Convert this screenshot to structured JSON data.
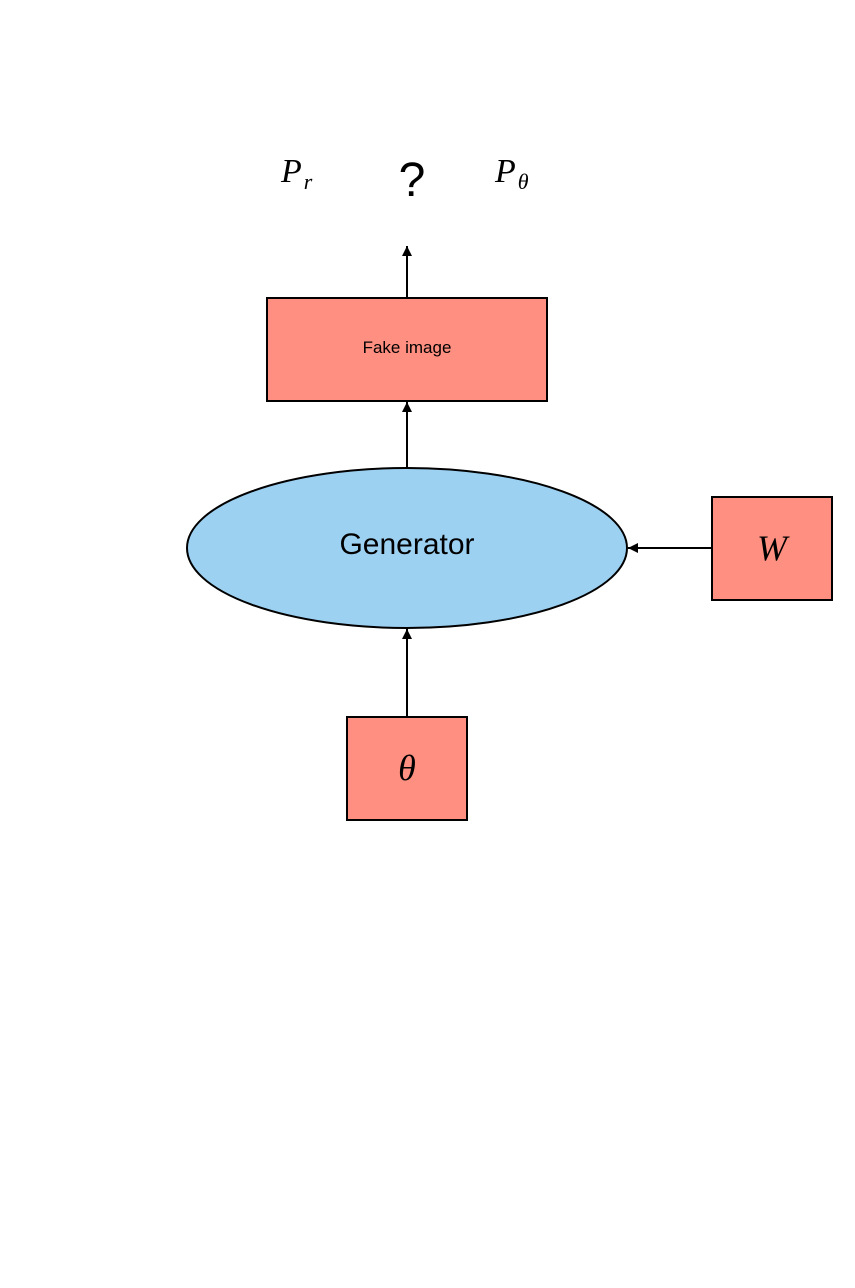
{
  "diagram": {
    "distributions": {
      "real": {
        "symbol": "P",
        "subscript": "r"
      },
      "question": "?",
      "model": {
        "symbol": "P",
        "subscript": "θ"
      }
    },
    "fake_image": {
      "label": "Fake image"
    },
    "generator": {
      "label": "Generator"
    },
    "w_input": {
      "label": "W"
    },
    "theta_input": {
      "label": "θ"
    }
  },
  "colors": {
    "box_fill": "#FF8F80",
    "generator_fill": "#9DD1F2",
    "stroke": "#000000"
  }
}
